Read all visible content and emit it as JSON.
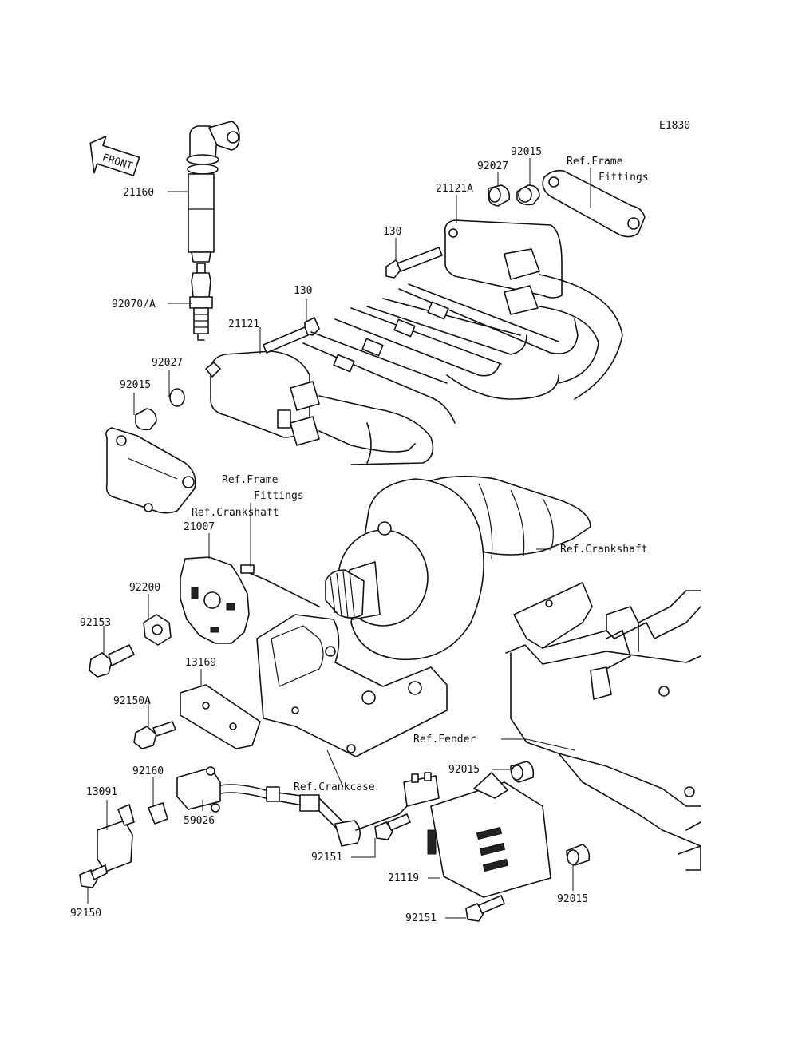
{
  "diagram_code": "E1830",
  "front_arrow_label": "FRONT",
  "callouts": {
    "c21160": "21160",
    "c92070a": "92070/A",
    "c21121": "21121",
    "c130a": "130",
    "c92027a": "92027",
    "c92015a": "92015",
    "c130b": "130",
    "c21121a": "21121A",
    "c92027b": "92027",
    "c92015b": "92015",
    "ref_frame_1a": "Ref.Frame",
    "ref_frame_1b": "Fittings",
    "ref_frame_2a": "Ref.Frame",
    "ref_frame_2b": "Fittings",
    "ref_crank_1": "Ref.Crankshaft",
    "c21007": "21007",
    "ref_crank_2": "Ref.Crankshaft",
    "c92200": "92200",
    "c92153": "92153",
    "c13169": "13169",
    "c92150a": "92150A",
    "ref_fender": "Ref.Fender",
    "c92015c": "92015",
    "c92160": "92160",
    "c13091": "13091",
    "ref_crankcase": "Ref.Crankcase",
    "c59026": "59026",
    "c92151a": "92151",
    "c21119": "21119",
    "c92015d": "92015",
    "c92151b": "92151",
    "c92150": "92150"
  }
}
